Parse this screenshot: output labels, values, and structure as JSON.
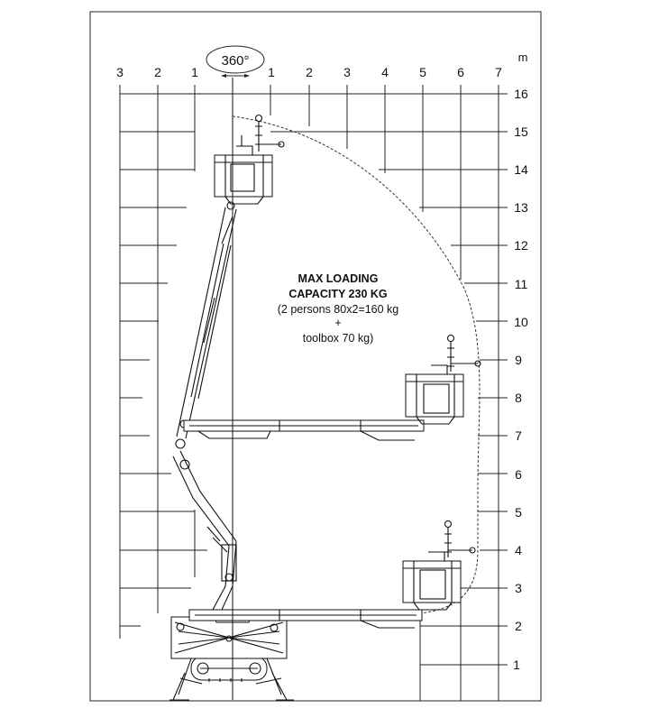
{
  "rotation_label": "360°",
  "unit_label": "m",
  "top_axis_labels": [
    "3",
    "2",
    "1",
    "1",
    "2",
    "3",
    "4",
    "5",
    "6",
    "7"
  ],
  "height_labels": [
    "16",
    "15",
    "14",
    "13",
    "12",
    "11",
    "10",
    "9",
    "8",
    "7",
    "6",
    "5",
    "4",
    "3",
    "2",
    "1"
  ],
  "capacity": {
    "line1": "MAX LOADING",
    "line2": "CAPACITY 230 KG",
    "line3": "(2 persons  80x2=160 kg",
    "line4": "+",
    "line5": "toolbox 70 kg)"
  },
  "outreach_max_m": 6.5,
  "height_max_m": 15.5,
  "line_color": "#222222"
}
